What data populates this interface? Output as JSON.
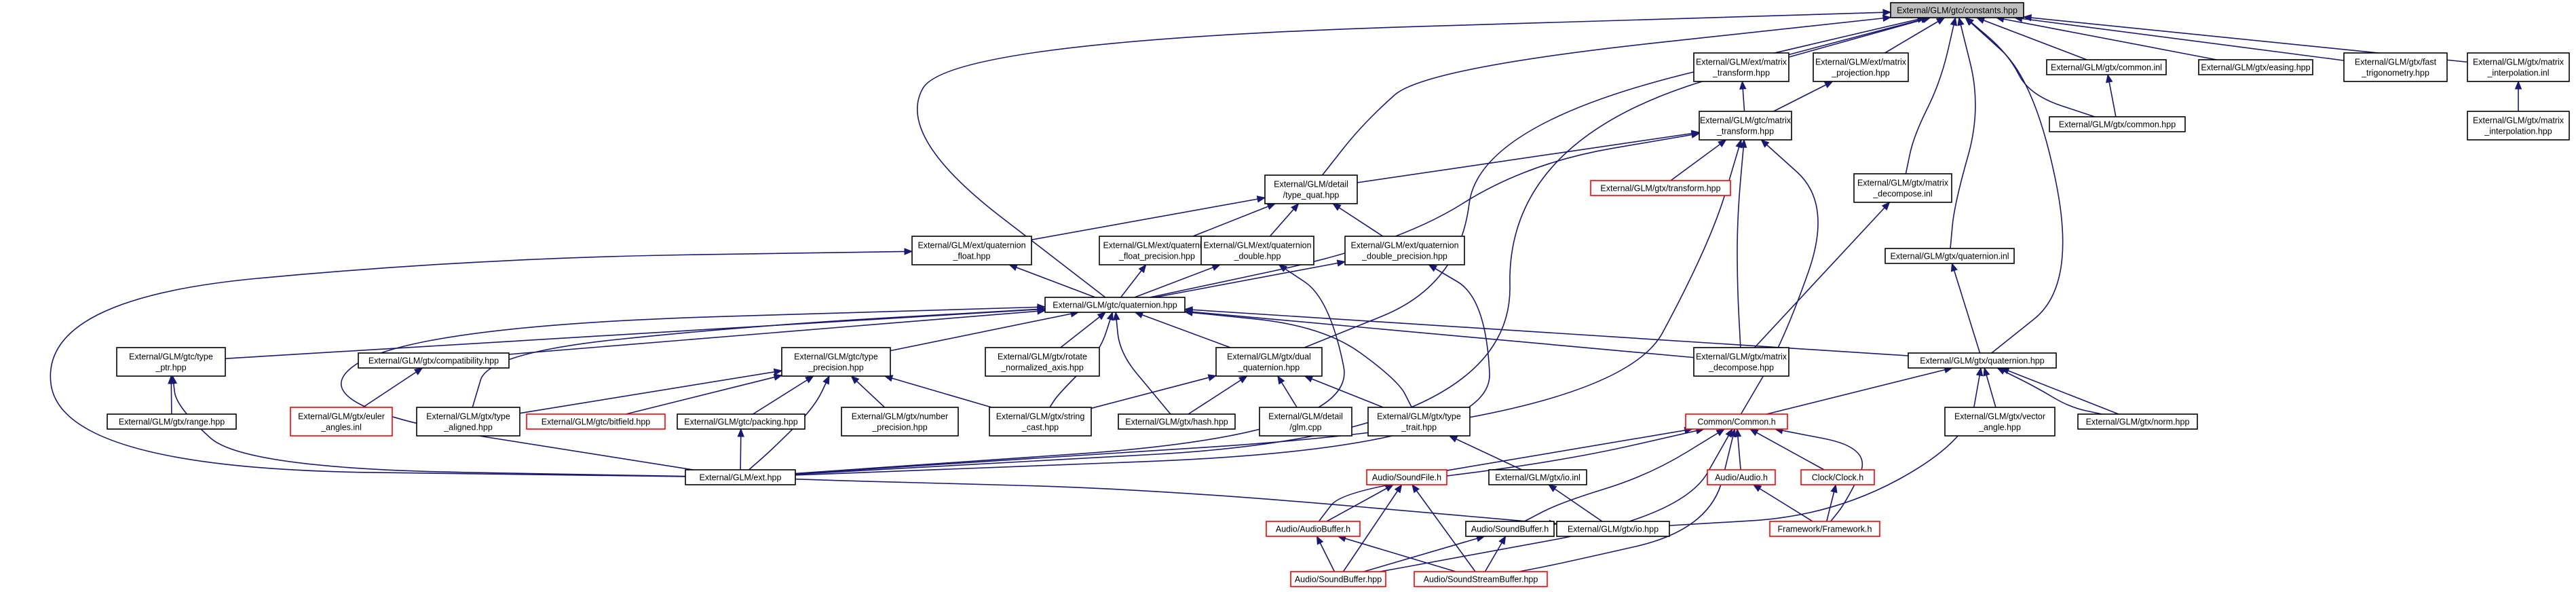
{
  "graph": {
    "title": "External/GLM/gtc/constants.hpp",
    "colors": {
      "edge": "#191970",
      "root_fill": "#bfbfbf",
      "missing_border": "#ff0000",
      "node_border": "#000000"
    },
    "nodes": [
      {
        "id": "constants",
        "lines": [
          "External/GLM/gtc/constants.hpp"
        ],
        "style": "root"
      },
      {
        "id": "ext_matrix_transform",
        "lines": [
          "External/GLM/ext/matrix",
          "_transform.hpp"
        ]
      },
      {
        "id": "ext_matrix_projection",
        "lines": [
          "External/GLM/ext/matrix",
          "_projection.hpp"
        ]
      },
      {
        "id": "gtx_common_inl",
        "lines": [
          "External/GLM/gtx/common.inl"
        ]
      },
      {
        "id": "gtx_easing",
        "lines": [
          "External/GLM/gtx/easing.hpp"
        ]
      },
      {
        "id": "gtx_fast_trig",
        "lines": [
          "External/GLM/gtx/fast",
          "_trigonometry.hpp"
        ]
      },
      {
        "id": "gtx_mat_interp_inl",
        "lines": [
          "External/GLM/gtx/matrix",
          "_interpolation.inl"
        ]
      },
      {
        "id": "gtx_common_hpp",
        "lines": [
          "External/GLM/gtx/common.hpp"
        ]
      },
      {
        "id": "gtx_mat_interp_hpp",
        "lines": [
          "External/GLM/gtx/matrix",
          "_interpolation.hpp"
        ]
      },
      {
        "id": "gtc_matrix_transform",
        "lines": [
          "External/GLM/gtc/matrix",
          "_transform.hpp"
        ]
      },
      {
        "id": "gtx_transform",
        "lines": [
          "External/GLM/gtx/transform.hpp"
        ],
        "style": "missing"
      },
      {
        "id": "gtx_matrix_decompose_inl",
        "lines": [
          "External/GLM/gtx/matrix",
          "_decompose.inl"
        ]
      },
      {
        "id": "detail_type_quat",
        "lines": [
          "External/GLM/detail",
          "/type_quat.hpp"
        ]
      },
      {
        "id": "ext_quat_float",
        "lines": [
          "External/GLM/ext/quaternion",
          "_float.hpp"
        ]
      },
      {
        "id": "ext_quat_float_prec",
        "lines": [
          "External/GLM/ext/quaternion",
          "_float_precision.hpp"
        ]
      },
      {
        "id": "ext_quat_double",
        "lines": [
          "External/GLM/ext/quaternion",
          "_double.hpp"
        ]
      },
      {
        "id": "ext_quat_double_prec",
        "lines": [
          "External/GLM/ext/quaternion",
          "_double_precision.hpp"
        ]
      },
      {
        "id": "gtx_quaternion_inl",
        "lines": [
          "External/GLM/gtx/quaternion.inl"
        ]
      },
      {
        "id": "gtc_quaternion",
        "lines": [
          "External/GLM/gtc/quaternion.hpp"
        ]
      },
      {
        "id": "gtc_type_ptr",
        "lines": [
          "External/GLM/gtc/type",
          "_ptr.hpp"
        ]
      },
      {
        "id": "gtx_compatibility",
        "lines": [
          "External/GLM/gtx/compatibility.hpp"
        ]
      },
      {
        "id": "gtc_type_precision",
        "lines": [
          "External/GLM/gtc/type",
          "_precision.hpp"
        ]
      },
      {
        "id": "gtx_rotate_norm_axis",
        "lines": [
          "External/GLM/gtx/rotate",
          "_normalized_axis.hpp"
        ]
      },
      {
        "id": "gtx_dual_quat",
        "lines": [
          "External/GLM/gtx/dual",
          "_quaternion.hpp"
        ]
      },
      {
        "id": "gtx_matrix_decompose_hpp",
        "lines": [
          "External/GLM/gtx/matrix",
          "_decompose.hpp"
        ]
      },
      {
        "id": "gtx_quaternion_hpp",
        "lines": [
          "External/GLM/gtx/quaternion.hpp"
        ]
      },
      {
        "id": "gtx_range",
        "lines": [
          "External/GLM/gtx/range.hpp"
        ]
      },
      {
        "id": "gtx_euler_angles",
        "lines": [
          "External/GLM/gtx/euler",
          "_angles.inl"
        ],
        "style": "missing"
      },
      {
        "id": "gtx_type_aligned",
        "lines": [
          "External/GLM/gtx/type",
          "_aligned.hpp"
        ]
      },
      {
        "id": "gtc_bitfield",
        "lines": [
          "External/GLM/gtc/bitfield.hpp"
        ],
        "style": "missing"
      },
      {
        "id": "gtc_packing",
        "lines": [
          "External/GLM/gtc/packing.hpp"
        ]
      },
      {
        "id": "gtx_number_prec",
        "lines": [
          "External/GLM/gtx/number",
          "_precision.hpp"
        ]
      },
      {
        "id": "gtx_string_cast",
        "lines": [
          "External/GLM/gtx/string",
          "_cast.hpp"
        ]
      },
      {
        "id": "gtx_hash",
        "lines": [
          "External/GLM/gtx/hash.hpp"
        ]
      },
      {
        "id": "detail_glm_cpp",
        "lines": [
          "External/GLM/detail",
          "/glm.cpp"
        ]
      },
      {
        "id": "gtx_type_trait",
        "lines": [
          "External/GLM/gtx/type",
          "_trait.hpp"
        ]
      },
      {
        "id": "gtx_vector_angle",
        "lines": [
          "External/GLM/gtx/vector",
          "_angle.hpp"
        ]
      },
      {
        "id": "gtx_norm",
        "lines": [
          "External/GLM/gtx/norm.hpp"
        ]
      },
      {
        "id": "common_h",
        "lines": [
          "Common/Common.h"
        ],
        "style": "missing"
      },
      {
        "id": "ext_hpp",
        "lines": [
          "External/GLM/ext.hpp"
        ]
      },
      {
        "id": "audio_soundfile",
        "lines": [
          "Audio/SoundFile.h"
        ],
        "style": "missing"
      },
      {
        "id": "gtx_io_inl",
        "lines": [
          "External/GLM/gtx/io.inl"
        ]
      },
      {
        "id": "audio_audio",
        "lines": [
          "Audio/Audio.h"
        ],
        "style": "missing"
      },
      {
        "id": "clock_clock",
        "lines": [
          "Clock/Clock.h"
        ],
        "style": "missing"
      },
      {
        "id": "audio_audiobuffer",
        "lines": [
          "Audio/AudioBuffer.h"
        ],
        "style": "missing"
      },
      {
        "id": "audio_soundbuffer_h",
        "lines": [
          "Audio/SoundBuffer.h"
        ]
      },
      {
        "id": "gtx_io_hpp",
        "lines": [
          "External/GLM/gtx/io.hpp"
        ]
      },
      {
        "id": "framework",
        "lines": [
          "Framework/Framework.h"
        ],
        "style": "missing"
      },
      {
        "id": "audio_soundbuffer_hpp",
        "lines": [
          "Audio/SoundBuffer.hpp"
        ],
        "style": "missing"
      },
      {
        "id": "audio_soundstreambuffer",
        "lines": [
          "Audio/SoundStreamBuffer.hpp"
        ],
        "style": "missing"
      }
    ]
  }
}
